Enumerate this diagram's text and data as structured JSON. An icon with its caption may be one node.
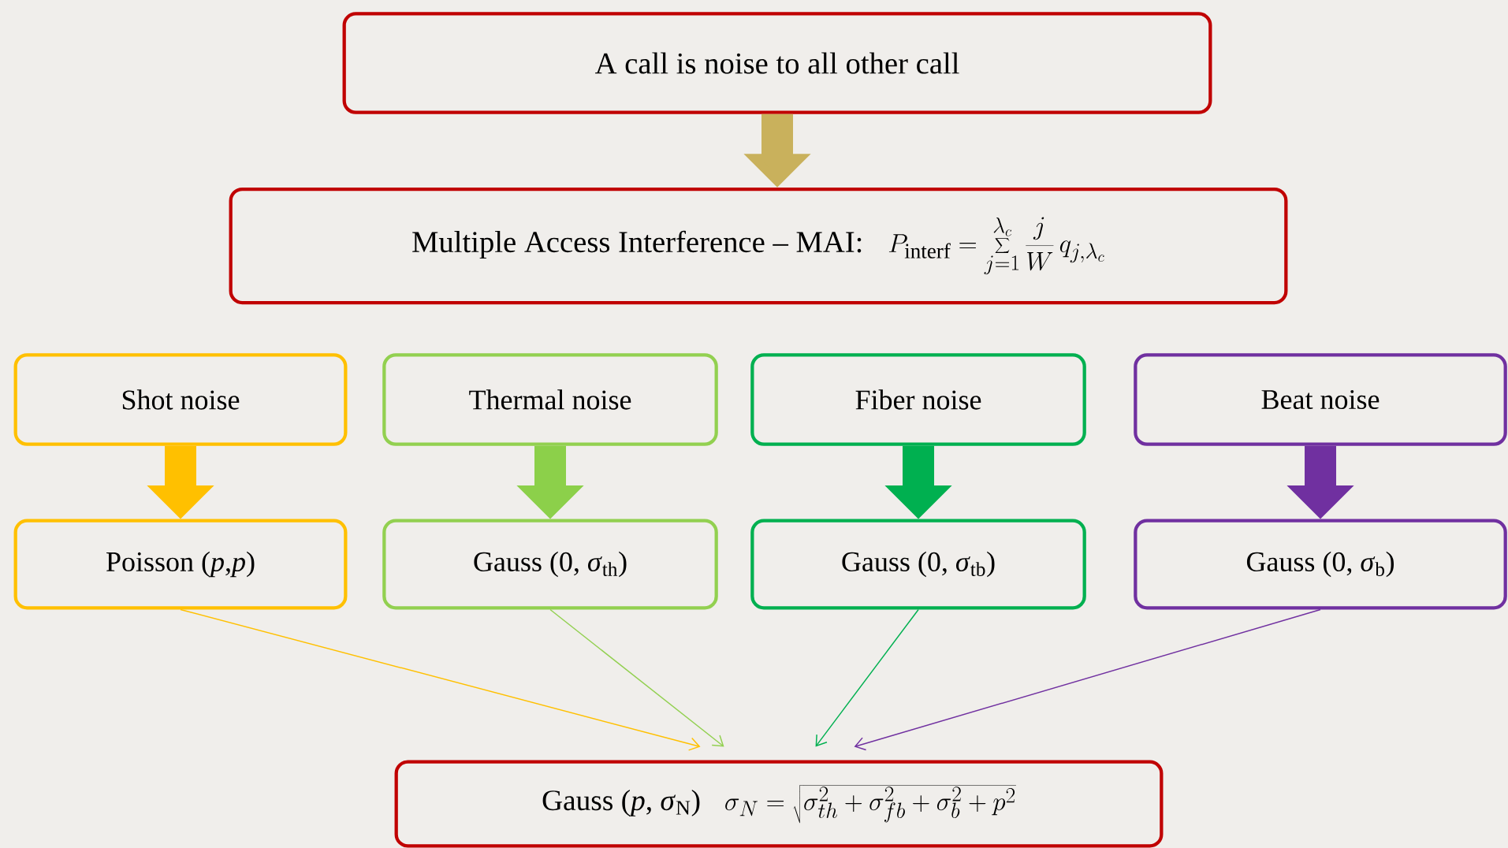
{
  "diagram": {
    "nodes": [
      {
        "text": [
          "A call is noise to all other call"
        ]
      },
      {
        "text": [
          "Multiple Access Interference – MAI:",
          "P_{\\mathrm{interf}} = \\sum_{j=1}^{\\lambda_c} \\frac{j}{W}\\, q_{j,\\lambda_c}"
        ]
      },
      {
        "text": [
          "Shot noise"
        ]
      },
      {
        "text": [
          "Thermal noise"
        ]
      },
      {
        "text": [
          "Fiber noise"
        ]
      },
      {
        "text": [
          "Beat noise"
        ]
      },
      {
        "text": [
          "Poisson (*p*,*p*)"
        ]
      },
      {
        "text": [
          "Gauss (0, *σ*$_{th}$)"
        ]
      },
      {
        "text": [
          "Gauss (0, *σ*$_{tb}$)"
        ]
      },
      {
        "text": [
          "Gauss (0, *σ*$_{b}$)"
        ]
      },
      {
        "text": [
          "Gauss (*p*, *σ*$_{N}$)",
          "\\sigma_N = \\sqrt{\\sigma_{th}^2 + \\sigma_{fb}^2 + \\sigma_b^2 + p^2}"
        ]
      }
    ],
    "edges": [
      {
        "from": 0,
        "to": 1,
        "arrow": "to",
        "color": "#c9b15c"
      },
      {
        "from": 2,
        "to": 6,
        "arrow": "to",
        "color": "#ffc000"
      },
      {
        "from": 3,
        "to": 7,
        "arrow": "to",
        "color": "#8cd04a"
      },
      {
        "from": 4,
        "to": 8,
        "arrow": "to",
        "color": "#00b050"
      },
      {
        "from": 5,
        "to": 9,
        "arrow": "to",
        "color": "#7030a0"
      },
      {
        "from": 6,
        "to": 10,
        "arrow": "to",
        "color": "#ffc000"
      },
      {
        "from": 7,
        "to": 10,
        "arrow": "to",
        "color": "#92d050"
      },
      {
        "from": 8,
        "to": 10,
        "arrow": "to",
        "color": "#00b050"
      },
      {
        "from": 9,
        "to": 10,
        "arrow": "to",
        "color": "#7030a0"
      }
    ]
  }
}
